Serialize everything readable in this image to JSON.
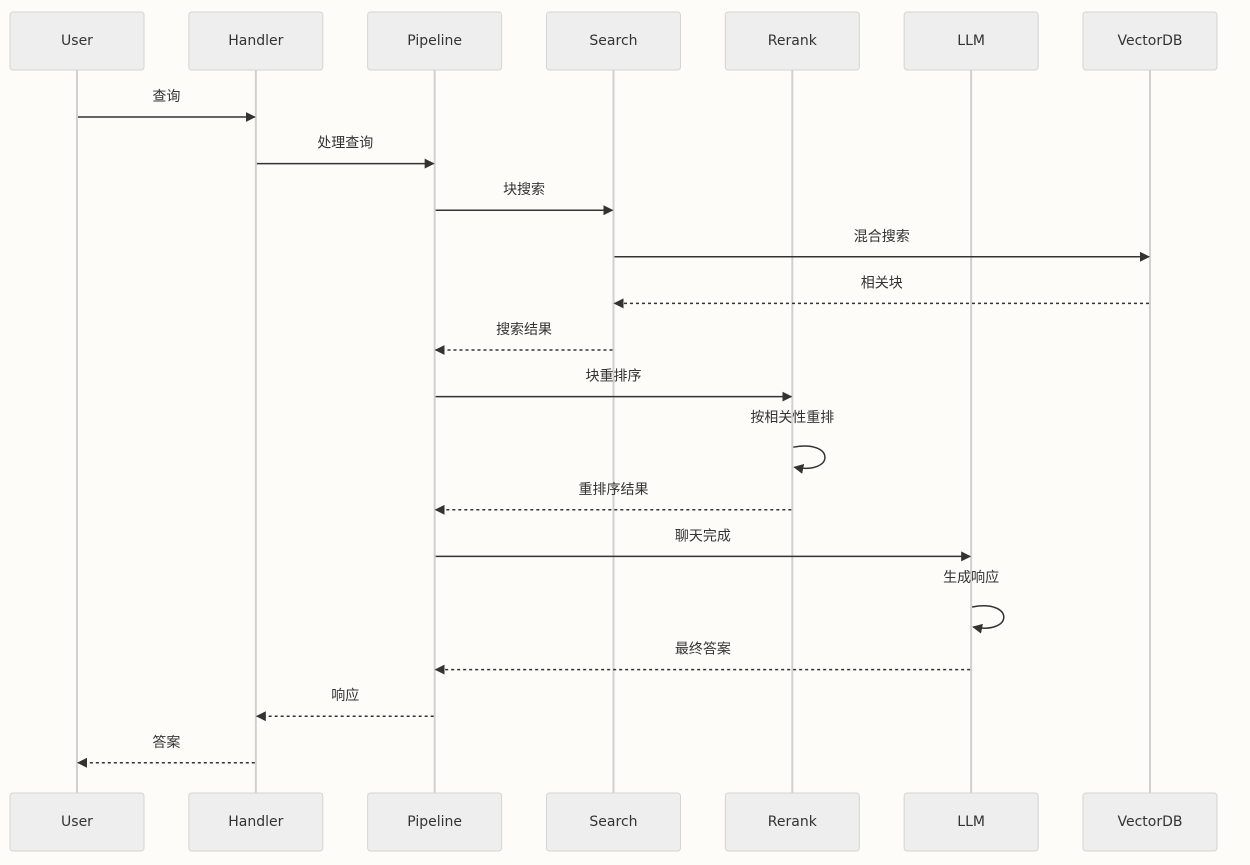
{
  "participants": [
    {
      "id": "user",
      "label": "User"
    },
    {
      "id": "handler",
      "label": "Handler"
    },
    {
      "id": "pipeline",
      "label": "Pipeline"
    },
    {
      "id": "search",
      "label": "Search"
    },
    {
      "id": "rerank",
      "label": "Rerank"
    },
    {
      "id": "llm",
      "label": "LLM"
    },
    {
      "id": "vectordb",
      "label": "VectorDB"
    }
  ],
  "messages": [
    {
      "from": "user",
      "to": "handler",
      "text": "查询",
      "style": "solid"
    },
    {
      "from": "handler",
      "to": "pipeline",
      "text": "处理查询",
      "style": "solid"
    },
    {
      "from": "pipeline",
      "to": "search",
      "text": "块搜索",
      "style": "solid"
    },
    {
      "from": "search",
      "to": "vectordb",
      "text": "混合搜索",
      "style": "solid"
    },
    {
      "from": "vectordb",
      "to": "search",
      "text": "相关块",
      "style": "dashed"
    },
    {
      "from": "search",
      "to": "pipeline",
      "text": "搜索结果",
      "style": "dashed"
    },
    {
      "from": "pipeline",
      "to": "rerank",
      "text": "块重排序",
      "style": "solid"
    },
    {
      "from": "rerank",
      "to": "rerank",
      "text": "按相关性重排",
      "style": "solid"
    },
    {
      "from": "rerank",
      "to": "pipeline",
      "text": "重排序结果",
      "style": "dashed"
    },
    {
      "from": "pipeline",
      "to": "llm",
      "text": "聊天完成",
      "style": "solid"
    },
    {
      "from": "llm",
      "to": "llm",
      "text": "生成响应",
      "style": "solid"
    },
    {
      "from": "llm",
      "to": "pipeline",
      "text": "最终答案",
      "style": "dashed"
    },
    {
      "from": "pipeline",
      "to": "handler",
      "text": "响应",
      "style": "dashed"
    },
    {
      "from": "handler",
      "to": "user",
      "text": "答案",
      "style": "dashed"
    }
  ]
}
